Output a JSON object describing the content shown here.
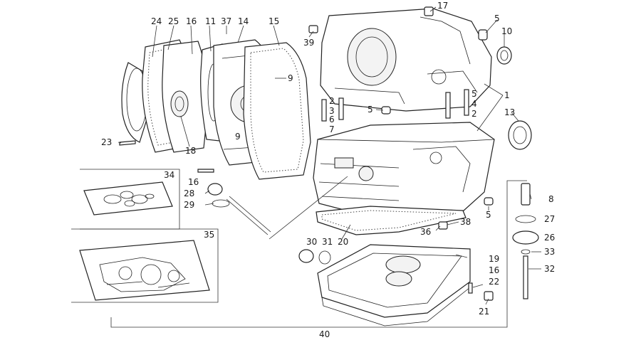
{
  "diagram": {
    "callouts": [
      {
        "id": "c24",
        "text": "24"
      },
      {
        "id": "c25",
        "text": "25"
      },
      {
        "id": "c16a",
        "text": "16"
      },
      {
        "id": "c11",
        "text": "11"
      },
      {
        "id": "c37",
        "text": "37"
      },
      {
        "id": "c14",
        "text": "14"
      },
      {
        "id": "c15",
        "text": "15"
      },
      {
        "id": "c39",
        "text": "39"
      },
      {
        "id": "c17",
        "text": "17"
      },
      {
        "id": "c5a",
        "text": "5"
      },
      {
        "id": "c10",
        "text": "10"
      },
      {
        "id": "c9a",
        "text": "9"
      },
      {
        "id": "c1",
        "text": "1"
      },
      {
        "id": "c5b",
        "text": "5"
      },
      {
        "id": "c4b",
        "text": "4"
      },
      {
        "id": "c2b",
        "text": "2"
      },
      {
        "id": "c13",
        "text": "13"
      },
      {
        "id": "c2a",
        "text": "2"
      },
      {
        "id": "c3",
        "text": "3"
      },
      {
        "id": "c5c",
        "text": "5"
      },
      {
        "id": "c6",
        "text": "6"
      },
      {
        "id": "c7",
        "text": "7"
      },
      {
        "id": "c9b",
        "text": "9"
      },
      {
        "id": "c23",
        "text": "23"
      },
      {
        "id": "c18",
        "text": "18"
      },
      {
        "id": "c34",
        "text": "34"
      },
      {
        "id": "c16b",
        "text": "16"
      },
      {
        "id": "c28",
        "text": "28"
      },
      {
        "id": "c29",
        "text": "29"
      },
      {
        "id": "c8",
        "text": "8"
      },
      {
        "id": "c5d",
        "text": "5"
      },
      {
        "id": "c27",
        "text": "27"
      },
      {
        "id": "c38",
        "text": "38"
      },
      {
        "id": "c36",
        "text": "36"
      },
      {
        "id": "c26",
        "text": "26"
      },
      {
        "id": "c35",
        "text": "35"
      },
      {
        "id": "c30",
        "text": "30"
      },
      {
        "id": "c31",
        "text": "31"
      },
      {
        "id": "c20",
        "text": "20"
      },
      {
        "id": "c33",
        "text": "33"
      },
      {
        "id": "c19",
        "text": "19"
      },
      {
        "id": "c16c",
        "text": "16"
      },
      {
        "id": "c32",
        "text": "32"
      },
      {
        "id": "c22",
        "text": "22"
      },
      {
        "id": "c21",
        "text": "21"
      },
      {
        "id": "c40",
        "text": "40"
      }
    ]
  }
}
